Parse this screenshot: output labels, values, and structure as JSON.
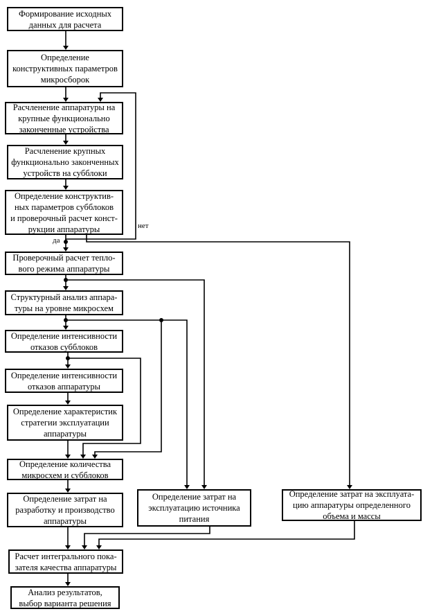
{
  "nodes": {
    "n1": "Формирование исходных\nданных для расчета",
    "n2": "Определение\nконструктивных параметров\nмикросборок",
    "n3": "Расчленение аппаратуры на\nкрупные функционально\nзаконченные устройства",
    "n4": "Расчленение крупных\nфункционально законченных\nустройств на субблоки",
    "n5": "Определение конструктив-\nных параметров субблоков\nи проверочный расчет конст-\nрукции аппаратуры",
    "n6": "Проверочный расчет тепло-\nвого режима аппаратуры",
    "n7": "Структурный анализ аппара-\nтуры на уровне микросхем",
    "n8": "Определение интенсивности\nотказов субблоков",
    "n9": "Определение интенсивности\nотказов аппаратуры",
    "n10": "Определение характеристик\nстратегии эксплуатации\nаппаратуры",
    "n11": "Определение количества\nмикросхем и субблоков",
    "n12": "Определение затрат на\nразработку и производство\nаппаратуры",
    "n13": "Определение затрат на\nэксплуатацию источника\nпитания",
    "n14": "Определение затрат на эксплуата-\nцию аппаратуры определенного\nобъема и массы",
    "n15": "Расчет интегрального пока-\nзателя качества аппаратуры",
    "n16": "Анализ результатов,\nвыбор варианта решения"
  },
  "labels": {
    "no": "нет",
    "yes": "да"
  },
  "colors": {
    "line": "#000000",
    "background": "#ffffff"
  }
}
